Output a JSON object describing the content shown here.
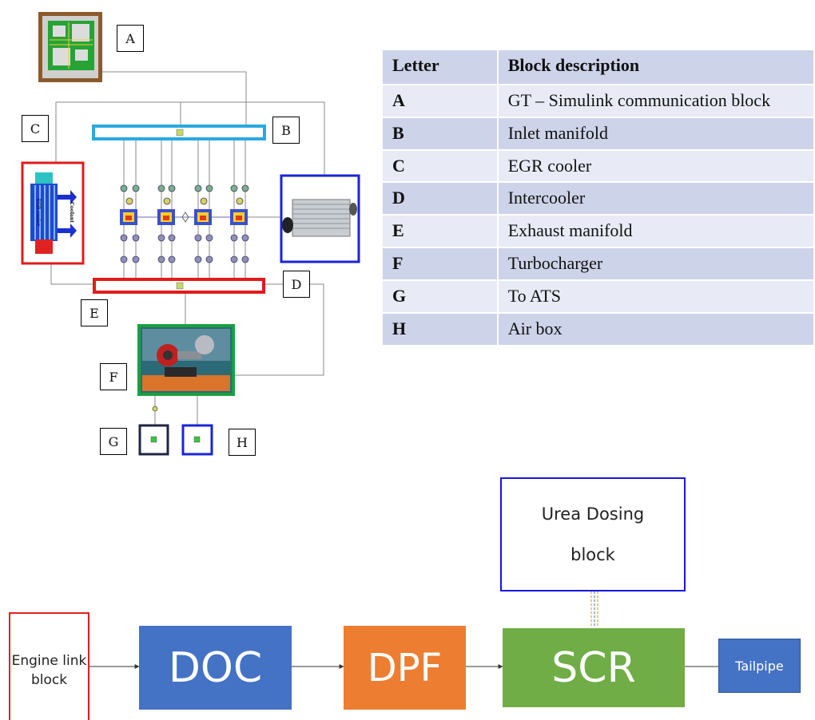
{
  "schematic": {
    "labels": [
      "A",
      "B",
      "C",
      "D",
      "E",
      "F",
      "G",
      "H"
    ],
    "egr_cooler_text": "EGR cooler",
    "coolant_text": "Coolant"
  },
  "legend_table": {
    "headers": [
      "Letter",
      "Block description"
    ],
    "rows": [
      {
        "letter": "A",
        "description": "GT – Simulink communication block"
      },
      {
        "letter": "B",
        "description": "Inlet manifold"
      },
      {
        "letter": "C",
        "description": "EGR cooler"
      },
      {
        "letter": "D",
        "description": "Intercooler"
      },
      {
        "letter": "E",
        "description": "Exhaust manifold"
      },
      {
        "letter": "F",
        "description": "Turbocharger"
      },
      {
        "letter": "G",
        "description": "To ATS"
      },
      {
        "letter": "H",
        "description": "Air box"
      }
    ]
  },
  "flow": {
    "engine_link": "Engine link block",
    "doc": "DOC",
    "dpf": "DPF",
    "scr": "SCR",
    "tailpipe": "Tailpipe",
    "urea": "Urea Dosing block",
    "colors": {
      "engine_border": "#e02020",
      "doc": "#4472c4",
      "dpf": "#ed7d31",
      "scr": "#70ad47",
      "tailpipe": "#4472c4",
      "urea_border": "#1515e0"
    }
  }
}
